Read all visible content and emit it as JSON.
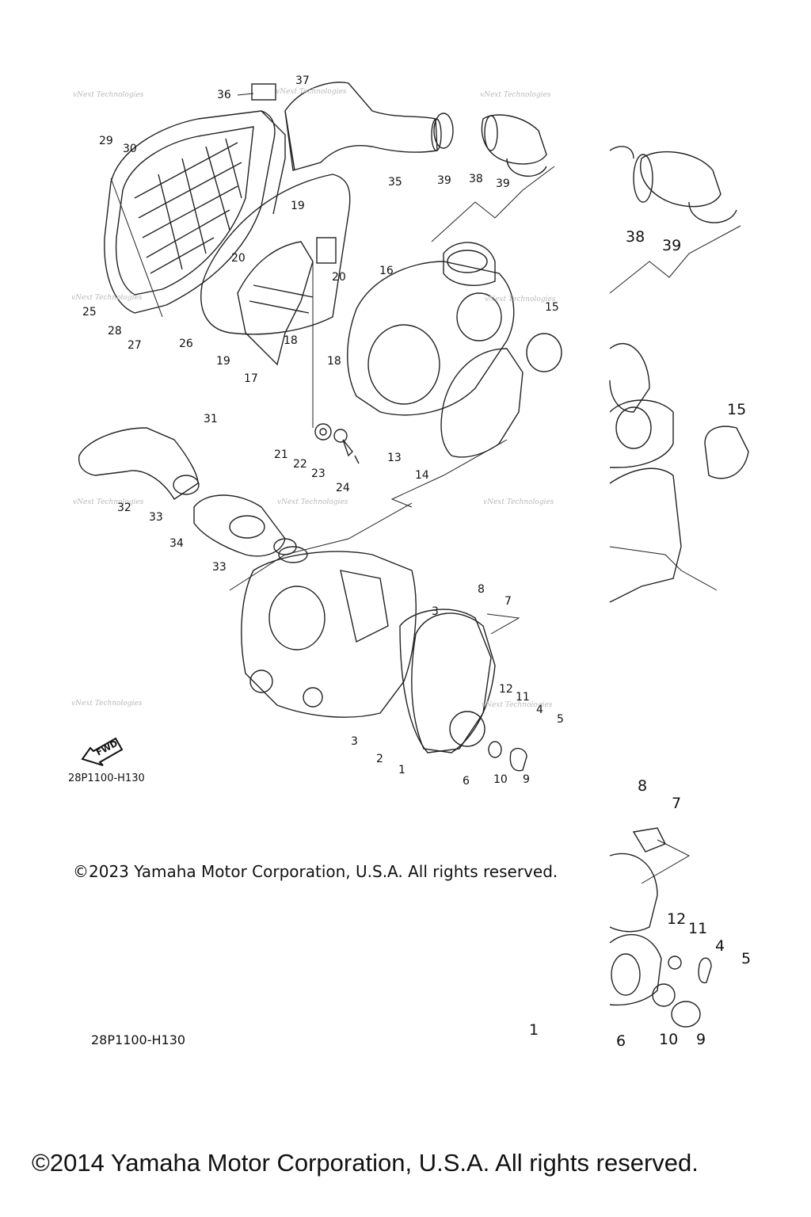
{
  "diagram": {
    "drawing_code": "28P1100-H130",
    "drawing_code_repeat": "28P1100-H130",
    "fwd_label": "FWD",
    "watermark_text": "vNext Technologies",
    "copyright_inner": "©2023 Yamaha Motor Corporation, U.S.A. All rights reserved.",
    "copyright_outer": "©2014 Yamaha Motor Corporation, U.S.A. All rights reserved.",
    "main_callouts": [
      "1",
      "2",
      "3",
      "3",
      "4",
      "5",
      "6",
      "7",
      "8",
      "9",
      "10",
      "11",
      "12",
      "13",
      "14",
      "15",
      "16",
      "17",
      "18",
      "18",
      "19",
      "19",
      "20",
      "20",
      "21",
      "22",
      "23",
      "24",
      "25",
      "26",
      "27",
      "28",
      "29",
      "30",
      "31",
      "32",
      "33",
      "33",
      "34",
      "35",
      "36",
      "37",
      "38",
      "39",
      "39"
    ],
    "detail_callouts": [
      "38",
      "39",
      "15",
      "8",
      "7",
      "12",
      "11",
      "4",
      "5",
      "6",
      "10",
      "9",
      "1"
    ]
  },
  "colors": {
    "line": "#222222",
    "watermark": "#b9b9b9",
    "background": "#ffffff"
  }
}
